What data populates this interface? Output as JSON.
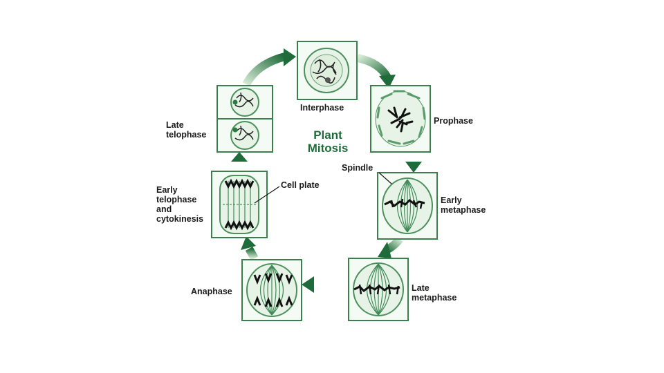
{
  "diagram": {
    "title_line1": "Plant",
    "title_line2": "Mitosis",
    "colors": {
      "frame": "#3c7f4e",
      "frame_fill": "#f4faf4",
      "cell_border": "#4d8f5d",
      "cell_fill": "#e7f3e6",
      "spindle": "#3f8a57",
      "chromosome": "#111111",
      "arrow_dark": "#1f6b3a",
      "arrow_light": "#cfe6cf",
      "title": "#1f6b3a"
    },
    "stages": {
      "interphase": "Interphase",
      "prophase": "Prophase",
      "early_metaphase_1": "Early",
      "early_metaphase_2": "metaphase",
      "late_metaphase_1": "Late",
      "late_metaphase_2": "metaphase",
      "anaphase": "Anaphase",
      "early_telophase_1": "Early",
      "early_telophase_2": "telophase",
      "early_telophase_3": "and",
      "early_telophase_4": "cytokinesis",
      "late_telophase_1": "Late",
      "late_telophase_2": "telophase"
    },
    "annotations": {
      "spindle": "Spindle",
      "cell_plate": "Cell plate"
    }
  }
}
